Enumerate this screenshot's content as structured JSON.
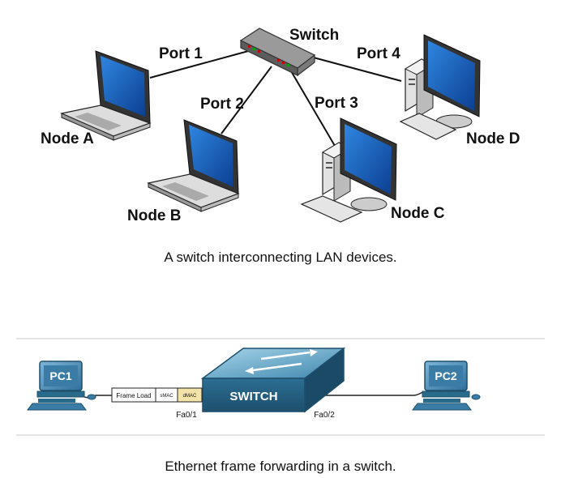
{
  "diagram1": {
    "switch_label": "Switch",
    "ports": [
      "Port 1",
      "Port 2",
      "Port 3",
      "Port 4"
    ],
    "nodes": [
      "Node A",
      "Node B",
      "Node C",
      "Node D"
    ],
    "caption": "A switch interconnecting LAN devices."
  },
  "diagram2": {
    "pc1": "PC1",
    "pc2": "PC2",
    "switch_label": "SWITCH",
    "frame": {
      "load": "Frame Load",
      "smac": "sMAC",
      "dmac": "dMAC"
    },
    "ports": [
      "Fa0/1",
      "Fa0/2"
    ],
    "caption": "Ethernet frame forwarding in a switch."
  },
  "colors": {
    "screen_blue": "#1f5fb8",
    "switch_face": "#2a6b8c",
    "switch_top": "#5aa5c5",
    "pc_blue": "#3a7ca5",
    "dmac_fill": "#f3e3a8"
  }
}
